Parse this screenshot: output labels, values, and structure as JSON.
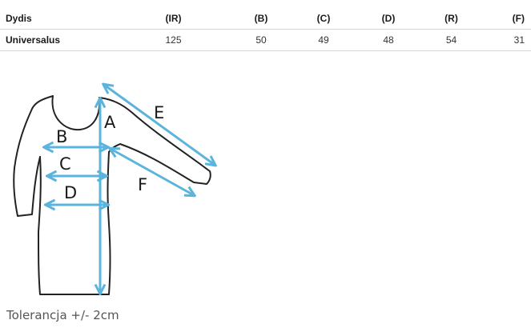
{
  "table": {
    "headers": [
      "Dydis",
      "(IR)",
      "(B)",
      "(C)",
      "(D)",
      "(R)",
      "(F)"
    ],
    "rows": [
      [
        "Universalus",
        "125",
        "50",
        "49",
        "48",
        "54",
        "31"
      ]
    ]
  },
  "diagram": {
    "labels": {
      "a": "A",
      "b": "B",
      "c": "C",
      "d": "D",
      "e": "E",
      "f": "F"
    },
    "outline_color": "#222222",
    "arrow_color": "#5ab4dc"
  },
  "tolerance": "Tolerancja +/- 2cm"
}
